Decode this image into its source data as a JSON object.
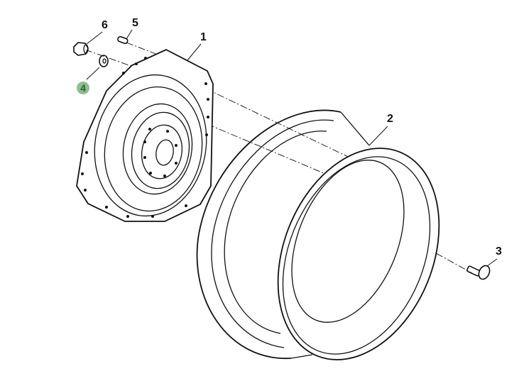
{
  "diagram": {
    "type": "exploded parts diagram - wheel rim and center disc",
    "highlight_color": "#8fbf8f",
    "callouts": [
      {
        "id": "1",
        "label": "1",
        "highlighted": false
      },
      {
        "id": "2",
        "label": "2",
        "highlighted": false
      },
      {
        "id": "3",
        "label": "3",
        "highlighted": false
      },
      {
        "id": "4",
        "label": "4",
        "highlighted": true
      },
      {
        "id": "5",
        "label": "5",
        "highlighted": false
      },
      {
        "id": "6",
        "label": "6",
        "highlighted": false
      }
    ]
  }
}
